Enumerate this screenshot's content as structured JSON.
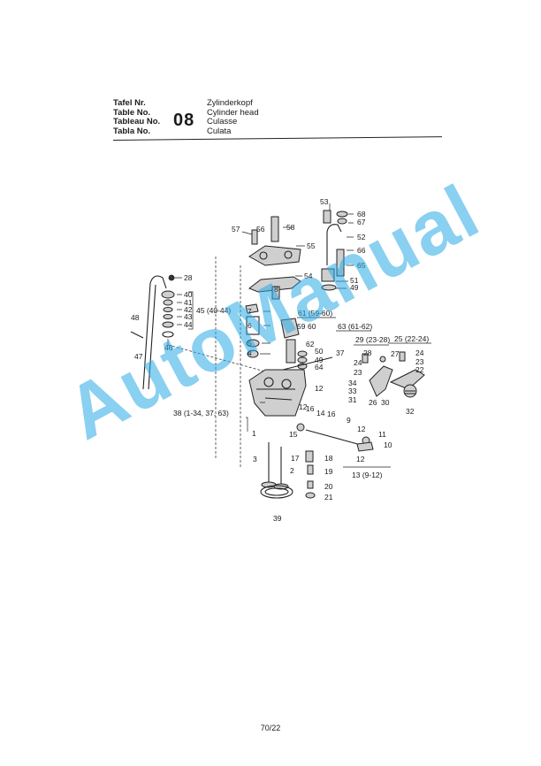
{
  "header": {
    "labels": [
      "Tafel Nr.",
      "Table No.",
      "Tableau No.",
      "Tabla No."
    ],
    "number": "08",
    "titles": [
      "Zylinderkopf",
      "Cylinder head",
      "Culasse",
      "Culata"
    ]
  },
  "callouts": {
    "c1": "1",
    "c2": "2",
    "c3": "3",
    "c4": "4",
    "c5": "5",
    "c6": "6",
    "c7": "7",
    "c8": "8",
    "c9": "9",
    "c10": "10",
    "c11": "11",
    "c12a": "12",
    "c12b": "12",
    "c12c": "12",
    "c12d": "12",
    "c14": "14",
    "c15": "15",
    "c16a": "16",
    "c16b": "16",
    "c17": "17",
    "c18": "18",
    "c19": "19",
    "c20": "20",
    "c21": "21",
    "c22": "22",
    "c23a": "23",
    "c23b": "23",
    "c24a": "24",
    "c24b": "24",
    "c26": "26",
    "c27": "27",
    "c28a": "28",
    "c28b": "28",
    "c30": "30",
    "c31": "31",
    "c32": "32",
    "c33": "33",
    "c34": "34",
    "c37": "37",
    "c39": "39",
    "c40": "40",
    "c41": "41",
    "c42": "42",
    "c43": "43",
    "c44": "44",
    "c46": "46",
    "c47": "47",
    "c48": "48",
    "c49a": "49",
    "c49b": "49",
    "c50": "50",
    "c51": "51",
    "c52": "52",
    "c53": "53",
    "c54": "54",
    "c55": "55",
    "c56": "56",
    "c57": "57",
    "c58": "58",
    "c59": "59",
    "c60": "60",
    "c62": "62",
    "c64": "64",
    "c65": "65",
    "c66": "66",
    "c67": "67",
    "c68": "68"
  },
  "groups": {
    "g61": "61 (59-60)",
    "g63": "63 (61-62)",
    "g29": "29 (23-28)",
    "g25": "25 (22-24)",
    "g45": "45 (40-44)",
    "g38": "38 (1-34, 37, 63)",
    "g13": "13 (9-12)"
  },
  "watermark": "AutoManual",
  "page_number": "70/22"
}
